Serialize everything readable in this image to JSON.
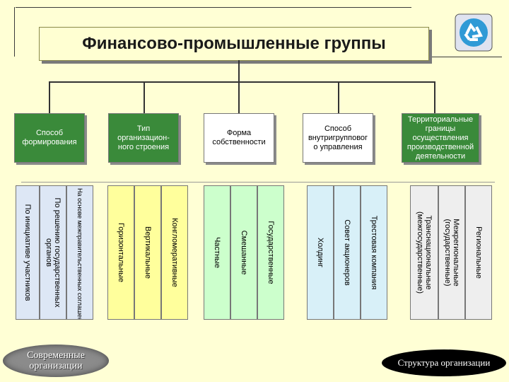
{
  "title": "Финансово-промышленные группы",
  "colors": {
    "green": "#3a8a3a",
    "white": "#ffffff",
    "col_blue": "#dde7f5",
    "col_yellow": "#ffff9c",
    "col_green": "#ccffcc",
    "col_lightblue": "#d8f0f8",
    "col_gray": "#eeeeee"
  },
  "logo_icon": "recycle-icon",
  "headers": [
    {
      "lines": [
        "Способ",
        "формирования"
      ]
    },
    {
      "lines": [
        "Тип",
        "организацион-",
        "ного строения"
      ]
    },
    {
      "lines": [
        "Форма",
        "собственности"
      ]
    },
    {
      "lines": [
        "Способ",
        "внутригрупповог",
        "о управления"
      ]
    },
    {
      "lines": [
        "Территориальные",
        "границы",
        "осуществления",
        "производственной",
        "деятельности"
      ]
    }
  ],
  "columns": [
    [
      "На основе межправительственных соглашений",
      "По решению государственных органов",
      "По инициативе участников"
    ],
    [
      "Конгломеративные",
      "Вертикальные",
      "Горизонтальные"
    ],
    [
      "Государственные",
      "Смешанные",
      "Частные"
    ],
    [
      "Трестовая компания",
      "Совет акционеров",
      "Холдинг"
    ],
    [
      "Региональные",
      "Межрегиональные (государственные)",
      "Транснациональные (межгосударственные)"
    ]
  ],
  "badge_left": "Современные организации",
  "badge_right": "Структура организации"
}
